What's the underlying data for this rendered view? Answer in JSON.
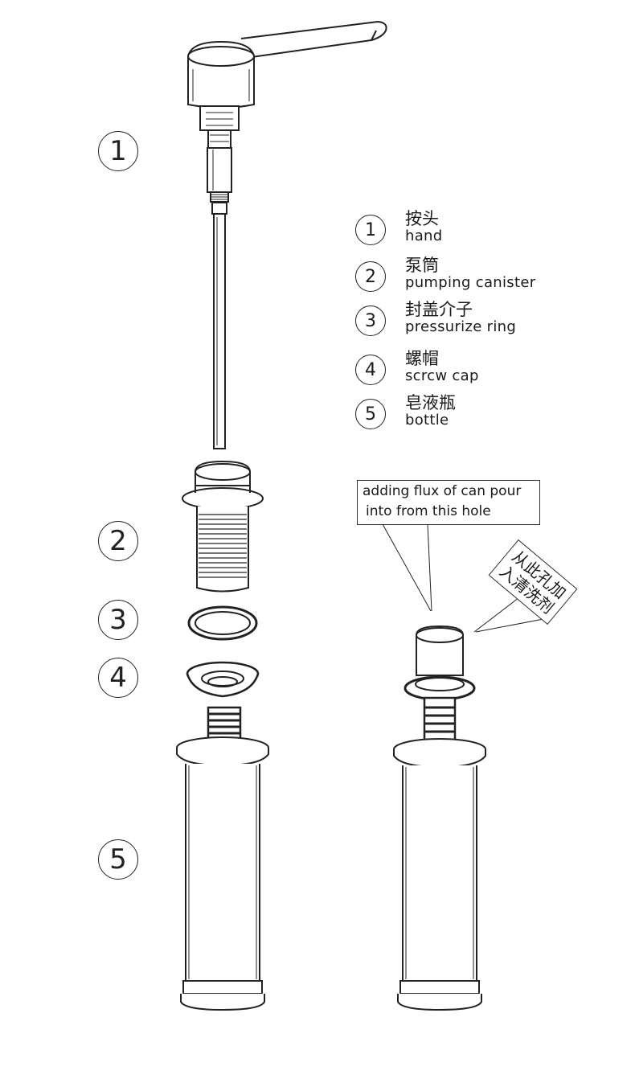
{
  "callouts": [
    "1",
    "2",
    "3",
    "4",
    "5"
  ],
  "legend": [
    {
      "num": "1",
      "cn": "按头",
      "en": "hand"
    },
    {
      "num": "2",
      "cn": "泵筒",
      "en": "pumping  canister"
    },
    {
      "num": "3",
      "cn": "封盖介子",
      "en": "pressurize  ring"
    },
    {
      "num": "4",
      "cn": "螺帽",
      "en": "scrcw  cap"
    },
    {
      "num": "5",
      "cn": "皂液瓶",
      "en": "bottle"
    }
  ],
  "note_en": {
    "line1": "adding flux of can pour",
    "line2": "into from this hole"
  },
  "note_cn": {
    "line1": "从此孔加",
    "line2": "入清洗剂"
  },
  "colors": {
    "line": "#222222",
    "background": "#ffffff"
  }
}
